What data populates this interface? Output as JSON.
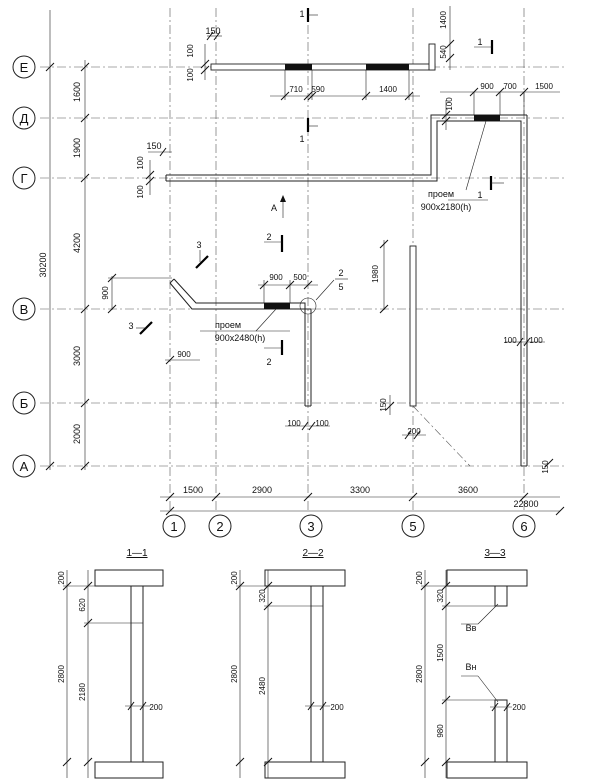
{
  "axes_rows": [
    "Е",
    "Д",
    "Г",
    "В",
    "Б",
    "А"
  ],
  "axes_cols": [
    "1",
    "2",
    "3",
    "5",
    "6"
  ],
  "dims_left": {
    "total": "30200",
    "spans": [
      "1600",
      "1900",
      "4200",
      "3000",
      "2000"
    ]
  },
  "dims_bottom": {
    "spans": [
      "1500",
      "2900",
      "3300",
      "3600"
    ],
    "total": "22800"
  },
  "wall_top": {
    "d150": "150",
    "d100a": "100",
    "d100b": "100",
    "d710": "710",
    "d590": "590",
    "d1400": "1400",
    "r1400": "1400",
    "r540": "540"
  },
  "wall_d": {
    "d100": "100",
    "d900": "900",
    "d700": "700",
    "d1500": "1500"
  },
  "wall_g": {
    "d150": "150",
    "d100a": "100",
    "d100b": "100"
  },
  "opening_1": {
    "line1": "проем",
    "line2": "900x2180(h)"
  },
  "opening_2": {
    "line1": "проем",
    "line2": "900x2480(h)"
  },
  "wall_v": {
    "d900v": "900",
    "d900": "900",
    "d500": "500",
    "d900b": "900"
  },
  "wall_3": {
    "d100a": "100",
    "d100b": "100"
  },
  "wall_5": {
    "d1980": "1980",
    "d150": "150",
    "d200": "200"
  },
  "wall_6": {
    "d100a": "100",
    "d100b": "100",
    "d150": "150"
  },
  "node": {
    "top": "2",
    "bottom": "5"
  },
  "view_arrow": "А",
  "cuts": {
    "c1": "1",
    "c2": "2",
    "c3": "3"
  },
  "sections": [
    {
      "title": "1—1",
      "dims": [
        "200",
        "620",
        "2800",
        "2180",
        "200"
      ]
    },
    {
      "title": "2—2",
      "dims": [
        "200",
        "320",
        "2800",
        "2480",
        "200"
      ]
    },
    {
      "title": "3—3",
      "dims": [
        "200",
        "320",
        "1500",
        "2800",
        "980",
        "200"
      ],
      "labels": [
        "Вв",
        "Вн"
      ]
    }
  ]
}
